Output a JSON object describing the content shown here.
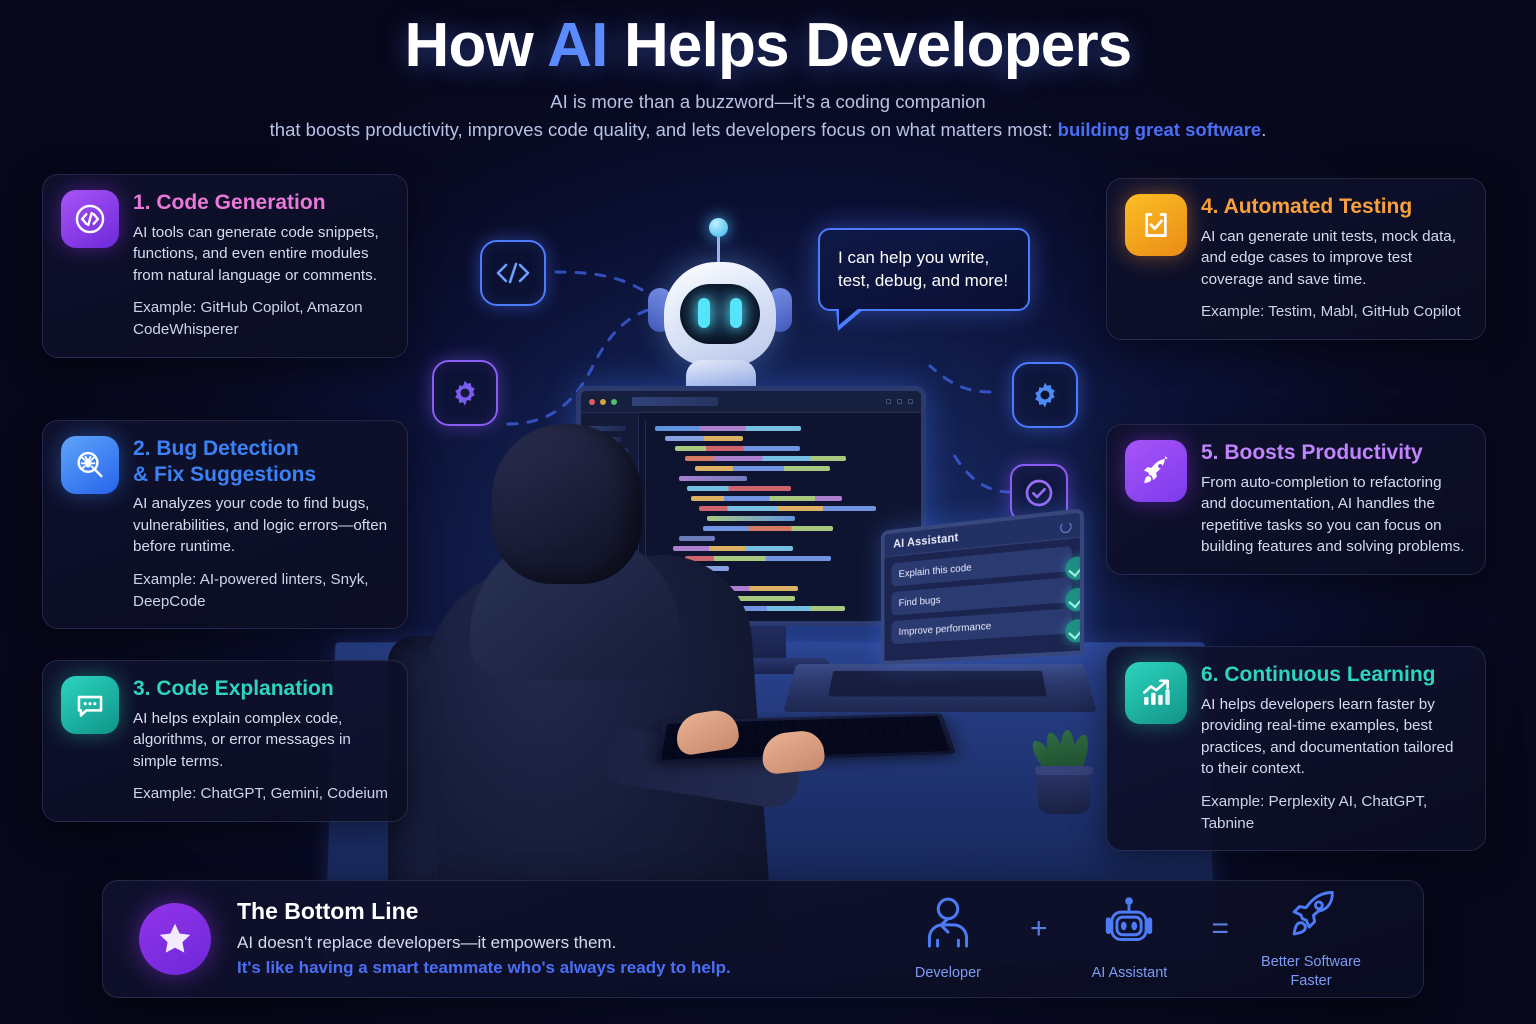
{
  "header": {
    "title_pre": "How ",
    "title_ai": "AI",
    "title_post": " Helps Developers",
    "subtitle_line1": "AI is more than a buzzword—it's a coding companion",
    "subtitle_line2_pre": "that boosts productivity, improves code quality, and lets developers focus on what matters most: ",
    "subtitle_highlight": "building great software",
    "subtitle_line2_post": "."
  },
  "colors": {
    "accent_blue": "#5b8cff",
    "link_blue": "#4a6ef5",
    "card1": "#e879d8",
    "card2": "#3b82f6",
    "card3": "#2dd4bf",
    "card4": "#f9a03c",
    "card5": "#c084fc",
    "card6": "#2dd4bf",
    "background": "#080818"
  },
  "cards": [
    {
      "number": "1.",
      "title": "1. Code Generation",
      "icon": "code-brackets-icon",
      "icon_color": "purple",
      "desc": "AI tools can generate code snippets, functions, and even entire modules from natural language or comments.",
      "example": "Example: GitHub Copilot, Amazon CodeWhisperer"
    },
    {
      "number": "2.",
      "title": "2. Bug Detection",
      "title2": "& Fix Suggestions",
      "icon": "bug-magnifier-icon",
      "icon_color": "blue",
      "desc": "AI analyzes your code to find bugs, vulnerabilities, and logic errors—often before runtime.",
      "example": "Example: AI-powered linters, Snyk, DeepCode"
    },
    {
      "number": "3.",
      "title": "3. Code Explanation",
      "icon": "chat-bubble-icon",
      "icon_color": "teal",
      "desc": "AI helps explain complex code, algorithms, or error messages in simple terms.",
      "example": "Example: ChatGPT, Gemini, Codeium"
    },
    {
      "number": "4.",
      "title": "4. Automated Testing",
      "icon": "checklist-clipboard-icon",
      "icon_color": "orange",
      "desc": "AI can generate unit tests, mock data, and edge cases to improve test coverage and save time.",
      "example": "Example: Testim, Mabl, GitHub Copilot"
    },
    {
      "number": "5.",
      "title": "5. Boosts Productivity",
      "icon": "rocket-icon",
      "icon_color": "violet2",
      "desc": "From auto-completion to refactoring and documentation, AI handles the repetitive tasks so you can focus on building features and solving problems.",
      "example": ""
    },
    {
      "number": "6.",
      "title": "6. Continuous Learning",
      "icon": "growth-chart-icon",
      "icon_color": "teal2",
      "desc": "AI helps developers learn faster by providing real-time examples, best practices, and documentation tailored to their context.",
      "example": "Example: Perplexity AI, ChatGPT, Tabnine"
    }
  ],
  "scene": {
    "speech_bubble": "I can help you write, test, debug, and more!",
    "assistant_panel": {
      "title": "AI Assistant",
      "items": [
        "Explain this code",
        "Find bugs",
        "Improve performance"
      ]
    },
    "floating_icons": [
      "code-brackets-icon",
      "gear-icon",
      "gear-icon",
      "check-circle-icon"
    ]
  },
  "bottom": {
    "badge_icon": "star-icon",
    "title": "The Bottom Line",
    "line1": "AI doesn't replace developers—it empowers them.",
    "line2": "It's like having a smart teammate who's always ready to help.",
    "equation": [
      {
        "icon": "developer-person-icon",
        "label": "Developer"
      },
      {
        "op": "+"
      },
      {
        "icon": "robot-icon",
        "label": "AI Assistant"
      },
      {
        "op": "="
      },
      {
        "icon": "rocket-outline-icon",
        "label": "Better Software Faster"
      }
    ]
  }
}
